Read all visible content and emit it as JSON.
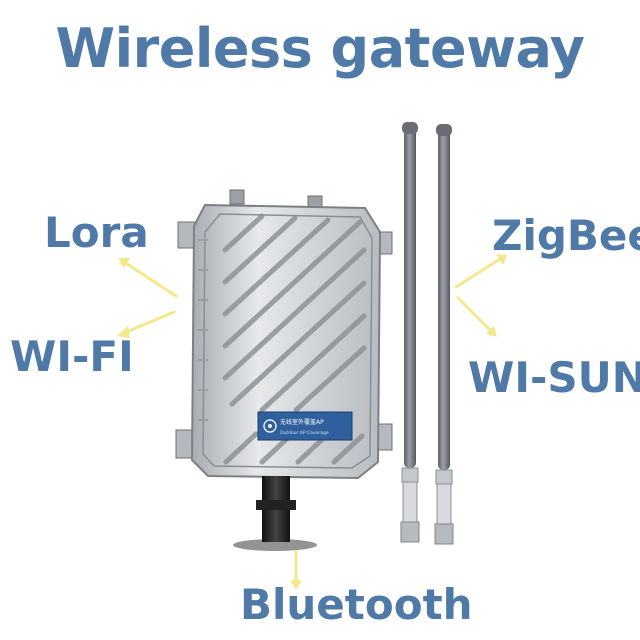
{
  "title": "Wireless gateway",
  "labels": {
    "lora": "Lora",
    "wifi": "WI-FI",
    "zigbee": "ZigBee",
    "wisun": "WI-SUN",
    "bluetooth": "Bluetooth"
  },
  "device_plate": {
    "line1": "无线室外覆盖AP",
    "line2": "Outdoor AP Coverage"
  },
  "colors": {
    "label_text": "#4f79a6",
    "arrow": "#f3e88c",
    "enclosure": "#c9ccd0",
    "antenna": "#7a7e84",
    "plate": "#2f5f9c"
  },
  "icons": {
    "plate_logo": "wifi-signal-icon"
  }
}
